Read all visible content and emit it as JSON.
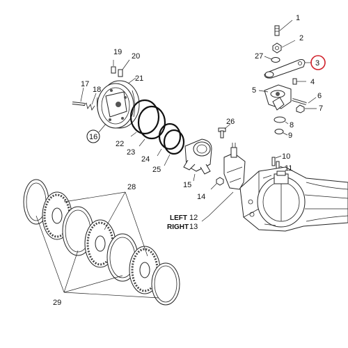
{
  "diagram": {
    "labels": {
      "p1": "1",
      "p2": "2",
      "p3": "3",
      "p4": "4",
      "p5": "5",
      "p6": "6",
      "p7": "7",
      "p8": "8",
      "p9": "9",
      "p10": "10",
      "p11": "11",
      "p12": "12",
      "p13": "13",
      "p14": "14",
      "p15": "15",
      "p16": "16",
      "p17": "17",
      "p18": "18",
      "p19": "19",
      "p20": "20",
      "p21": "21",
      "p22": "22",
      "p23": "23",
      "p24": "24",
      "p25": "25",
      "p26": "26",
      "p27": "27",
      "p28": "28",
      "p29": "29"
    },
    "side_labels": {
      "left": "LEFT",
      "right": "RIGHT"
    },
    "highlight_color": "#d0202a",
    "line_color": "#222222"
  }
}
